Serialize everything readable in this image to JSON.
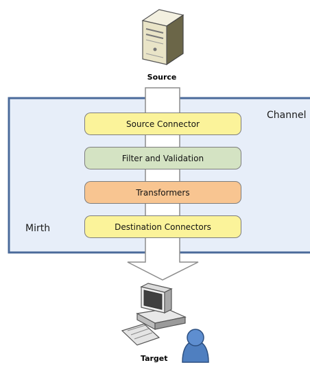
{
  "source": {
    "label": "Source",
    "icon": "server-tower-icon"
  },
  "channel": {
    "label": "Channel",
    "engine_label": "Mirth",
    "stages": [
      {
        "label": "Source Connector",
        "color": "#fbf39a"
      },
      {
        "label": "Filter and Validation",
        "color": "#d4e3c3"
      },
      {
        "label": "Transformers",
        "color": "#f8c591"
      },
      {
        "label": "Destination Connectors",
        "color": "#fbf39a"
      }
    ]
  },
  "target": {
    "label": "Target",
    "icon": "workstation-user-icon"
  },
  "colors": {
    "channel_fill": "#e7eef9",
    "channel_border": "#4a6a9a",
    "arrow_fill": "#ffffff",
    "arrow_stroke": "#8c8c8c"
  }
}
